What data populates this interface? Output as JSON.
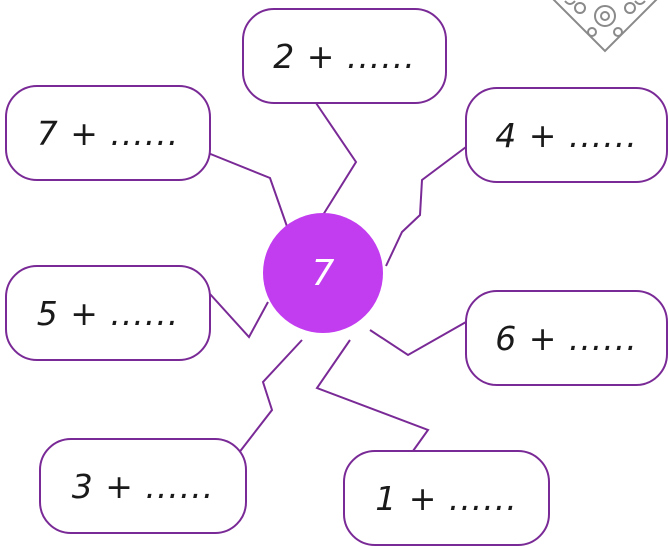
{
  "center": {
    "value": "7"
  },
  "items": [
    {
      "expr": "2 + ......"
    },
    {
      "expr": "7 + ......"
    },
    {
      "expr": "4 + ......"
    },
    {
      "expr": "5 + ......"
    },
    {
      "expr": "6 + ......"
    },
    {
      "expr": "3 + ......"
    },
    {
      "expr": "1 + ......"
    }
  ],
  "colors": {
    "border": "#7a2a96",
    "line": "#7a2a96",
    "center_fill": "#c23cf0",
    "ornament": "#8a8a8a"
  }
}
